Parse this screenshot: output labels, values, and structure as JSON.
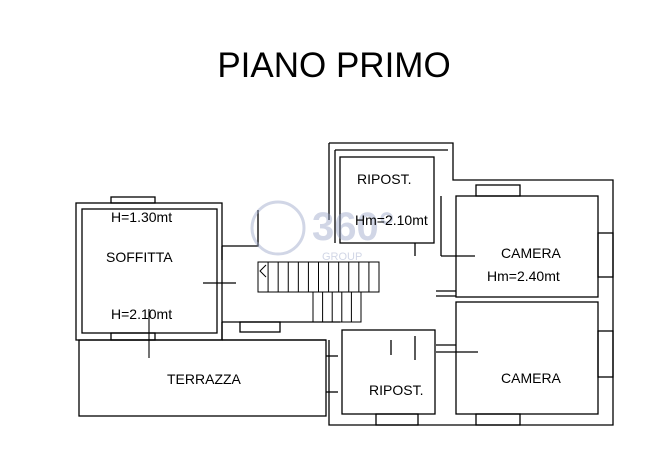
{
  "title": "PIANO PRIMO",
  "rooms": {
    "soffitta": {
      "name": "SOFFITTA",
      "h_top": "H=1.30mt",
      "h_bottom": "H=2.10mt"
    },
    "ripost_top": {
      "name": "RIPOST.",
      "height": "Hm=2.10mt"
    },
    "camera_top": {
      "name": "CAMERA",
      "height": "Hm=2.40mt"
    },
    "camera_bottom": {
      "name": "CAMERA"
    },
    "ripost_bottom": {
      "name": "RIPOST."
    },
    "terrazza": {
      "name": "TERRAZZA"
    }
  },
  "watermark": {
    "text": "360°",
    "sub": "GROUP"
  },
  "colors": {
    "wall": "#000000",
    "background": "#ffffff",
    "watermark": "#9aa6c8"
  }
}
